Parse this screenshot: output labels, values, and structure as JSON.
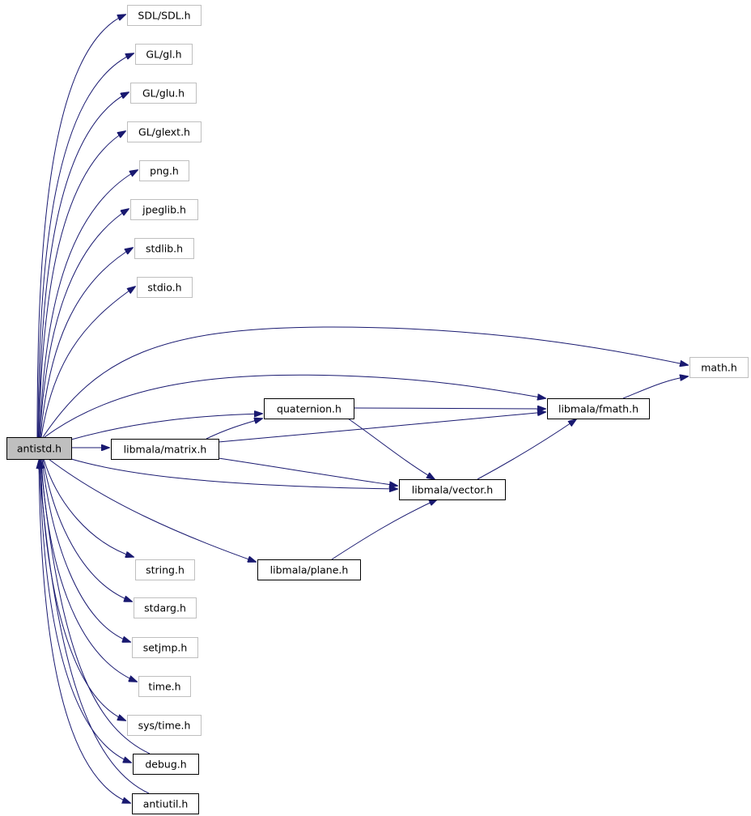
{
  "nodes": [
    {
      "id": "antistd",
      "label": "antistd.h",
      "style": "root"
    },
    {
      "id": "sdl",
      "label": "SDL/SDL.h",
      "style": "external"
    },
    {
      "id": "gl",
      "label": "GL/gl.h",
      "style": "external"
    },
    {
      "id": "glu",
      "label": "GL/glu.h",
      "style": "external"
    },
    {
      "id": "glext",
      "label": "GL/glext.h",
      "style": "external"
    },
    {
      "id": "png",
      "label": "png.h",
      "style": "external"
    },
    {
      "id": "jpeglib",
      "label": "jpeglib.h",
      "style": "external"
    },
    {
      "id": "stdlib",
      "label": "stdlib.h",
      "style": "external"
    },
    {
      "id": "stdio",
      "label": "stdio.h",
      "style": "external"
    },
    {
      "id": "math",
      "label": "math.h",
      "style": "external"
    },
    {
      "id": "quaternion",
      "label": "quaternion.h",
      "style": "internal"
    },
    {
      "id": "fmath",
      "label": "libmala/fmath.h",
      "style": "internal"
    },
    {
      "id": "matrix",
      "label": "libmala/matrix.h",
      "style": "internal"
    },
    {
      "id": "vector",
      "label": "libmala/vector.h",
      "style": "internal"
    },
    {
      "id": "plane",
      "label": "libmala/plane.h",
      "style": "internal"
    },
    {
      "id": "string",
      "label": "string.h",
      "style": "external"
    },
    {
      "id": "stdarg",
      "label": "stdarg.h",
      "style": "external"
    },
    {
      "id": "setjmp",
      "label": "setjmp.h",
      "style": "external"
    },
    {
      "id": "time",
      "label": "time.h",
      "style": "external"
    },
    {
      "id": "systime",
      "label": "sys/time.h",
      "style": "external"
    },
    {
      "id": "debug",
      "label": "debug.h",
      "style": "internal"
    },
    {
      "id": "antiutil",
      "label": "antiutil.h",
      "style": "internal"
    }
  ],
  "edges": [
    [
      "antistd",
      "sdl"
    ],
    [
      "antistd",
      "gl"
    ],
    [
      "antistd",
      "glu"
    ],
    [
      "antistd",
      "glext"
    ],
    [
      "antistd",
      "png"
    ],
    [
      "antistd",
      "jpeglib"
    ],
    [
      "antistd",
      "stdlib"
    ],
    [
      "antistd",
      "stdio"
    ],
    [
      "antistd",
      "math"
    ],
    [
      "antistd",
      "fmath"
    ],
    [
      "antistd",
      "quaternion"
    ],
    [
      "antistd",
      "matrix"
    ],
    [
      "antistd",
      "vector"
    ],
    [
      "antistd",
      "plane"
    ],
    [
      "antistd",
      "string"
    ],
    [
      "antistd",
      "stdarg"
    ],
    [
      "antistd",
      "setjmp"
    ],
    [
      "antistd",
      "time"
    ],
    [
      "antistd",
      "systime"
    ],
    [
      "antistd",
      "debug"
    ],
    [
      "antistd",
      "antiutil"
    ],
    [
      "quaternion",
      "fmath"
    ],
    [
      "quaternion",
      "vector"
    ],
    [
      "matrix",
      "quaternion"
    ],
    [
      "matrix",
      "fmath"
    ],
    [
      "matrix",
      "vector"
    ],
    [
      "fmath",
      "math"
    ],
    [
      "vector",
      "fmath"
    ],
    [
      "plane",
      "vector"
    ],
    [
      "debug",
      "antistd"
    ],
    [
      "antiutil",
      "antistd"
    ]
  ],
  "colors": {
    "edge": "#191970",
    "root_fill": "#bfbfbf",
    "root_border": "#000000",
    "internal_border": "#000000",
    "external_border": "#bfbfbf",
    "node_fill": "#ffffff"
  }
}
